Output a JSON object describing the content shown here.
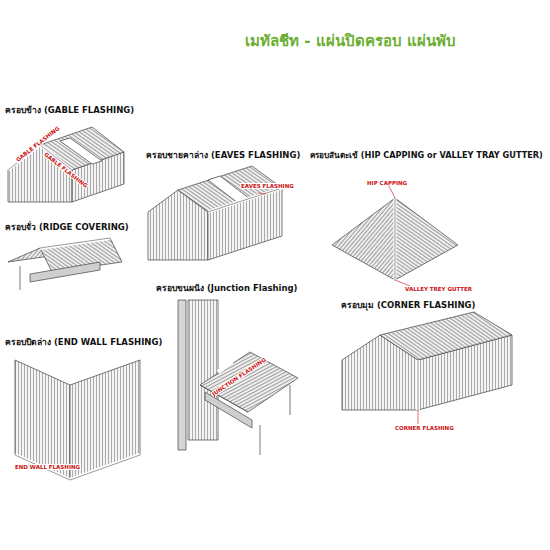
{
  "diagram": {
    "title": "เมทัลชีท - แผ่นปิดครอบ แผ่นพับ",
    "labels": [
      "ครอบข้าง (GABLE FLASHING)",
      "GABLE FLASHING",
      "GABLE FLASHING",
      "ครอบจั่ว (RIDGE COVERING)",
      "ครอบปิดล่าง (END WALL FLASHING)",
      "END WALL FLASHING",
      "ครอบชายคาล่าง (EAVES FLASHING)",
      "EAVES FLASHING",
      "ครอบขนผนัง (Junction Flashing)",
      "JUNCTION FLASHING",
      "ครอบสันตะเข้ (HIP CAPPING or VALLEY TRAY GUTTER)",
      "HIP CAPPING",
      "VALLEY TREY GUTTER",
      "ครอบมุม (CORNER FLASHING)",
      "CORNER FLASHING"
    ]
  }
}
